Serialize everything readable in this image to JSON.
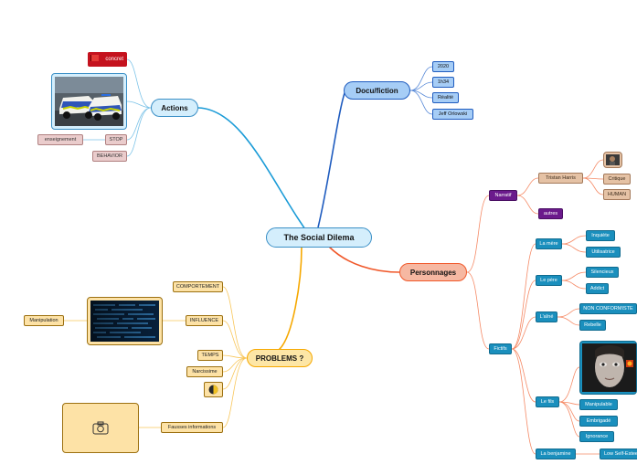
{
  "center": "The Social Dilema",
  "actions": {
    "label": "Actions",
    "concret": "concret",
    "stop": "STOP",
    "enseignement": "enseignement",
    "behavior": "BEHAVIOR"
  },
  "docu": {
    "label": "Docu/fiction",
    "items": [
      "2020",
      "1h34",
      "Réalité",
      "Jeff Orlowski"
    ]
  },
  "personnages": {
    "label": "Personnages",
    "narratif": "Narratif",
    "tristan": "Tristan Harris",
    "critique": "Critique",
    "human": "HUMAN",
    "autres": "autres",
    "fictifs": "Fictifs",
    "mere": "La mère",
    "mere_items": [
      "Inquiète",
      "Utilisatrice"
    ],
    "pere": "Le père",
    "pere_items": [
      "Silencieux",
      "Addict"
    ],
    "aine": "L'aîné",
    "aine_items": [
      "NON CONFORMISTE",
      "Rebelle"
    ],
    "fils": "Le fils",
    "fils_items": [
      "Manipulable",
      "Embrigadé",
      "Ignorance"
    ],
    "benjamine": "La benjamine",
    "benjamine_item": "Low Self-Esteem"
  },
  "problems": {
    "label": "PROBLEMS ?",
    "comportement": "COMPORTEMENT",
    "influence": "INFLUENCE",
    "manipulation": "Manipulation",
    "temps": "TEMPS",
    "narcissisme": "Narcissime",
    "fausses": "Fausses informations"
  },
  "colors": {
    "actions": "#1a9bd7",
    "docu": "#1f5cbf",
    "personnages": "#f0582a",
    "problems": "#f6a800",
    "teal": "#1a8fbd",
    "purple": "#6b1a8c"
  }
}
